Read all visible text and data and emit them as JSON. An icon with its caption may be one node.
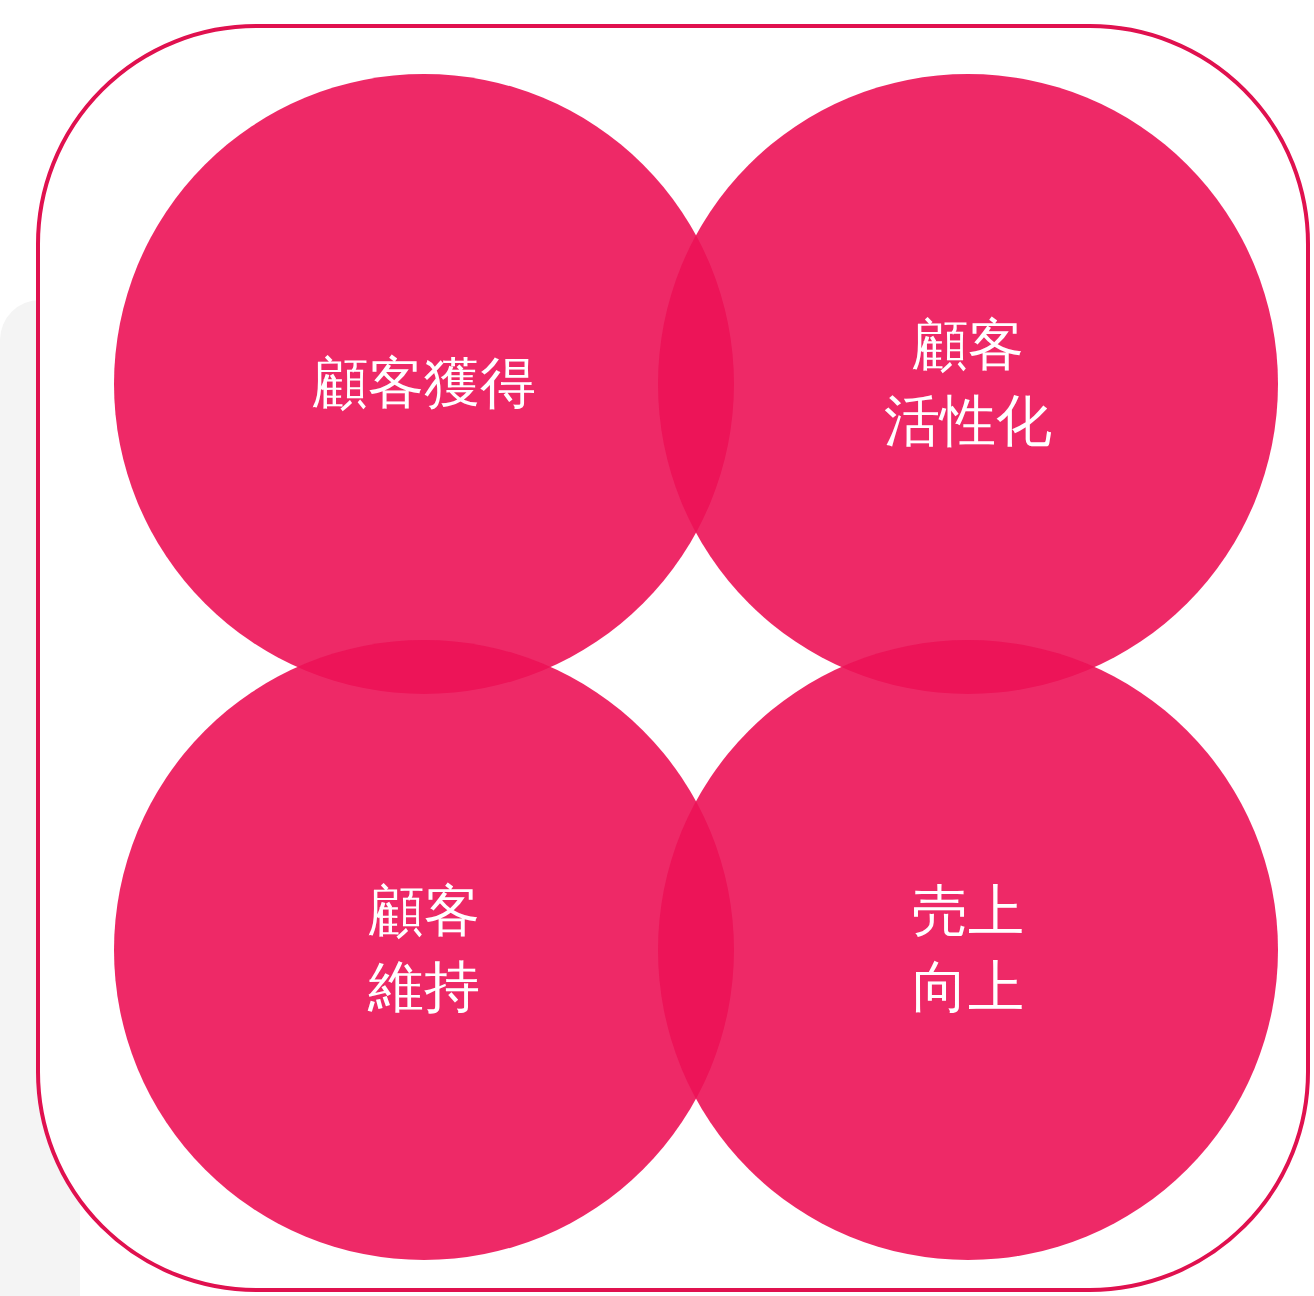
{
  "diagram": {
    "nodes": [
      {
        "text": [],
        "shape": "box"
      },
      {
        "text": [
          "顧客獲得"
        ],
        "in": 0
      },
      {
        "text": [
          "顧客",
          "活性化"
        ],
        "in": 0
      },
      {
        "text": [
          "顧客",
          "維持"
        ],
        "in": 0
      },
      {
        "text": [
          "売上",
          "向上"
        ],
        "in": 0
      }
    ]
  }
}
